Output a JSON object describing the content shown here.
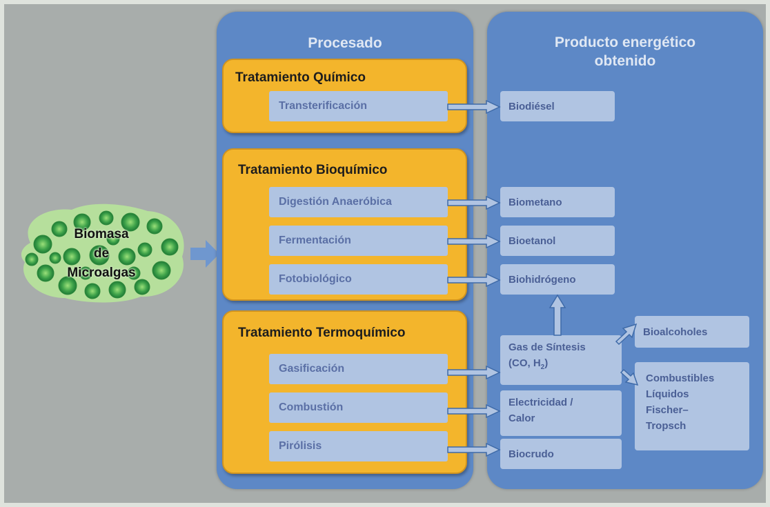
{
  "biomass": {
    "line1": "Biomasa",
    "line2": "de",
    "line3": "Microalgas"
  },
  "processing": {
    "title": "Procesado",
    "chemical": {
      "title": "Tratamiento Químico",
      "items": [
        "Transterificación"
      ]
    },
    "biochemical": {
      "title": "Tratamiento Bioquímico",
      "items": [
        "Digestión Anaeróbica",
        "Fermentación",
        "Fotobiológico"
      ]
    },
    "thermochemical": {
      "title": "Tratamiento Termoquímico",
      "items": [
        "Gasificación",
        "Combustión",
        "Pirólisis"
      ]
    }
  },
  "products": {
    "title_line1": "Producto energético",
    "title_line2": "obtenido",
    "biodiesel": "Biodiésel",
    "biomethane": "Biometano",
    "bioethanol": "Bioetanol",
    "biohydrogen": "Biohidrógeno",
    "syngas_line1": "Gas de Síntesis",
    "syngas_line2_prefix": "(CO, H",
    "syngas_line2_sub": "2",
    "syngas_line2_suffix": ")",
    "electricity_line1": "Electricidad /",
    "electricity_line2": "Calor",
    "biocrude": "Biocrudo",
    "bioalcohols": "Bioalcoholes",
    "ft_line1": "Combustibles",
    "ft_line2": "Líquidos",
    "ft_line3": "Fischer–",
    "ft_line4": "Tropsch"
  },
  "colors": {
    "panel": "#5d88c6",
    "group": "#f3b52c",
    "box": "#b0c4e2",
    "background": "#a8adab"
  }
}
